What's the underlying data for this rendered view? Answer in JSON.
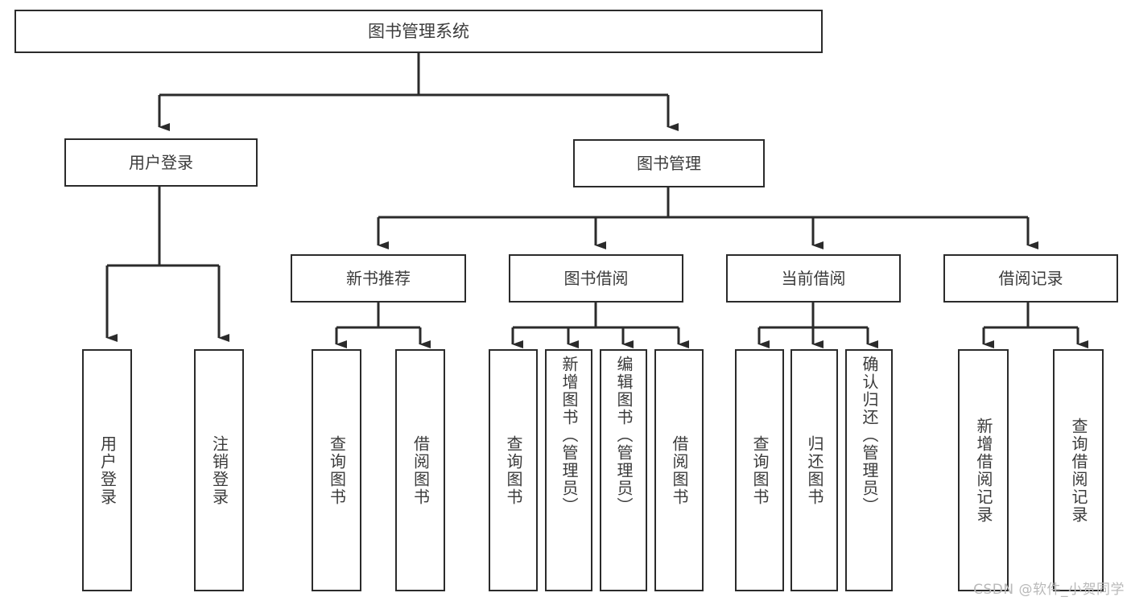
{
  "diagram": {
    "title": "图书管理系统",
    "type": "hierarchy-tree",
    "watermark": "CSDN @软件_小贺同学",
    "colors": {
      "border": "#2b2b2b",
      "text": "#3b3b3b",
      "background": "#ffffff",
      "connector": "#2b2b2b",
      "watermark": "#b9b9b9"
    },
    "root": {
      "label": "图书管理系统"
    },
    "level2": [
      {
        "label": "用户登录"
      },
      {
        "label": "图书管理"
      }
    ],
    "level3": [
      {
        "label": "新书推荐"
      },
      {
        "label": "图书借阅"
      },
      {
        "label": "当前借阅"
      },
      {
        "label": "借阅记录"
      }
    ],
    "leaves": {
      "user_login": [
        {
          "label": "用户登录"
        },
        {
          "label": "注销登录"
        }
      ],
      "new_book_recommend": [
        {
          "label": "查询图书"
        },
        {
          "label": "借阅图书"
        }
      ],
      "book_borrow": [
        {
          "label": "查询图书"
        },
        {
          "label": "新增图书（管理员）"
        },
        {
          "label": "编辑图书（管理员）"
        },
        {
          "label": "借阅图书"
        }
      ],
      "current_borrow": [
        {
          "label": "查询图书"
        },
        {
          "label": "归还图书"
        },
        {
          "label": "确认归还（管理员）"
        }
      ],
      "borrow_record": [
        {
          "label": "新增借阅记录"
        },
        {
          "label": "查询借阅记录"
        }
      ]
    }
  }
}
